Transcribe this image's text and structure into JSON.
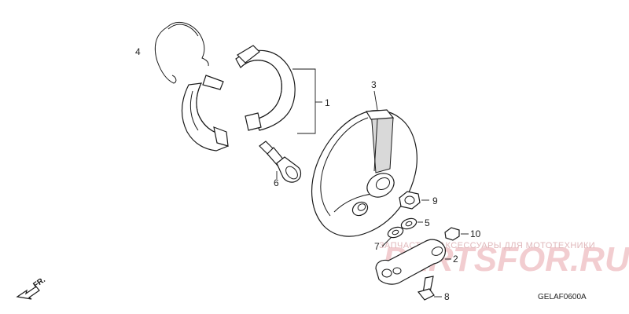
{
  "diagram": {
    "callouts": {
      "c1": "1",
      "c2": "2",
      "c3": "3",
      "c4": "4",
      "c5": "5",
      "c6": "6",
      "c7": "7",
      "c8": "8",
      "c9": "9",
      "c10": "10"
    },
    "direction_label": "FR.",
    "diagram_code": "GELAF0600A",
    "watermark_text": "ЗАПЧАСТИ И АКСЕССУАРЫ ДЛЯ МОТОТЕХНИКИ",
    "watermark_logo": "PARTSFOR.RU"
  }
}
